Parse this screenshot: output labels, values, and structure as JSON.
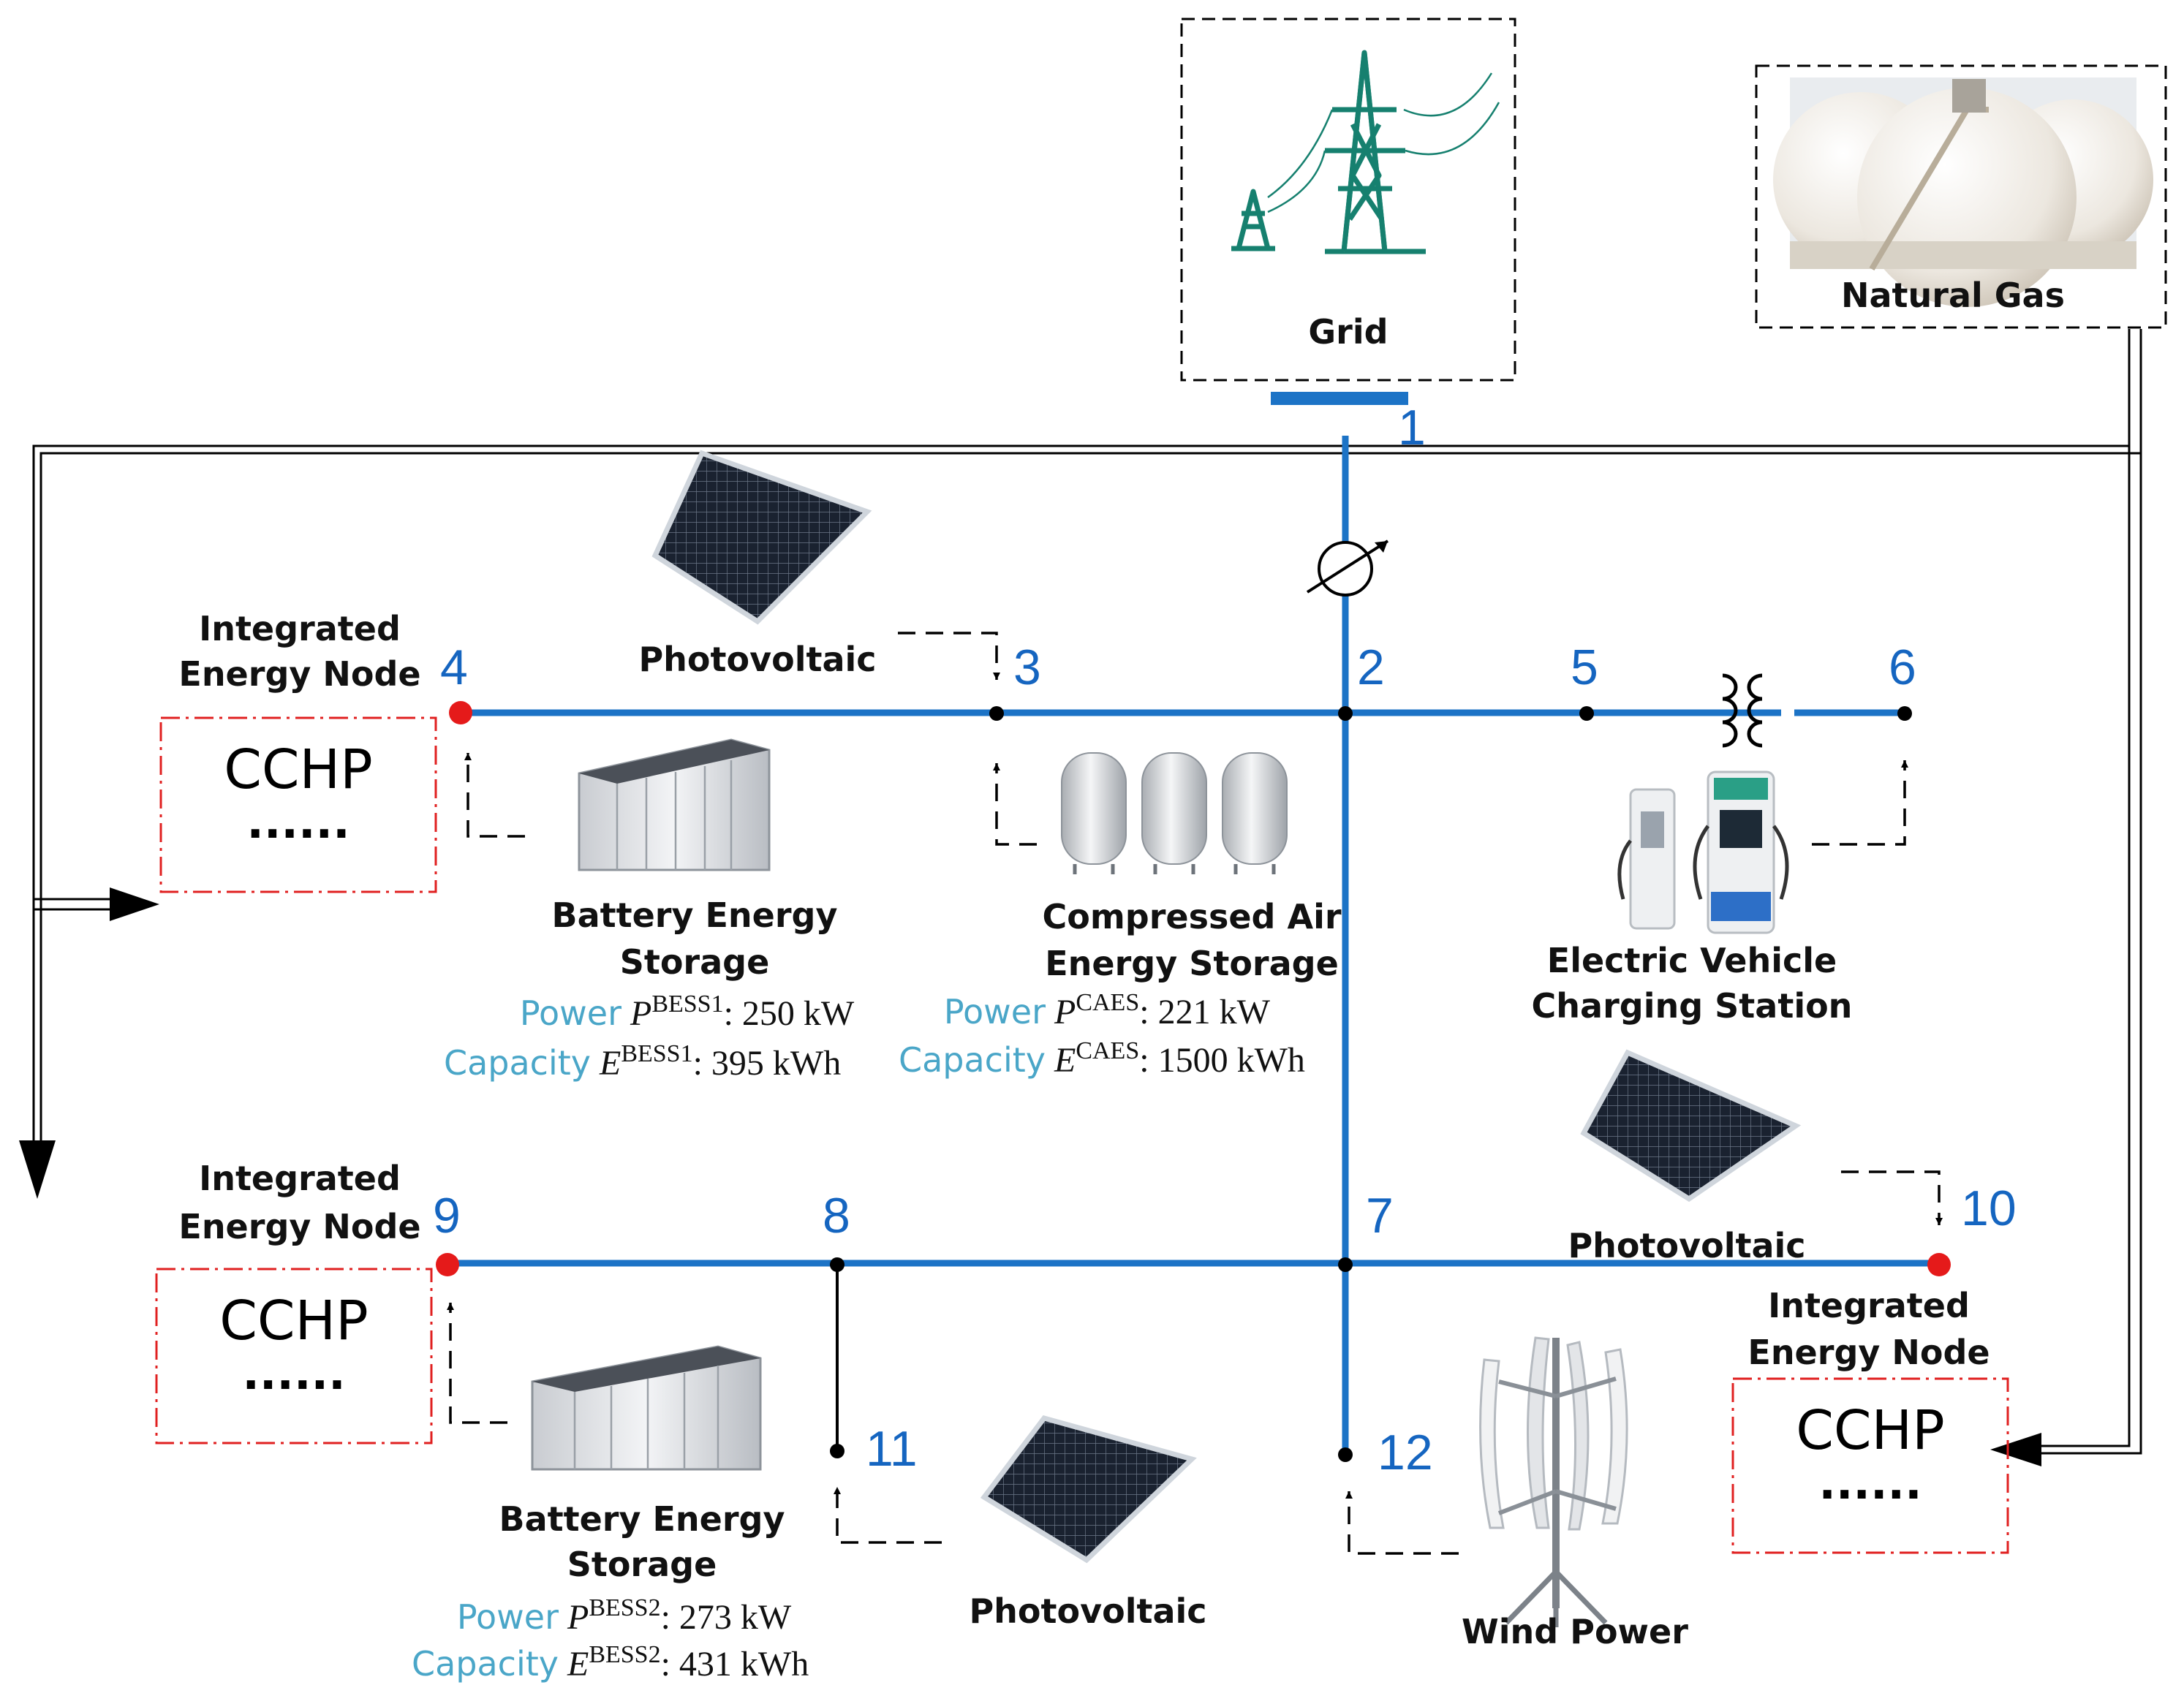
{
  "labels": {
    "grid": "Grid",
    "natural_gas": "Natural Gas",
    "pv_top": "Photovoltaic",
    "pv_right": "Photovoltaic",
    "pv_bottom": "Photovoltaic",
    "ien_top_l1": "Integrated",
    "ien_top_l2": "Energy Node",
    "ien_mid_l1": "Integrated",
    "ien_mid_l2": "Energy Node",
    "ien_right_l1": "Integrated",
    "ien_right_l2": "Energy Node",
    "bess1_l1": "Battery Energy",
    "bess1_l2": "Storage",
    "bess2_l1": "Battery Energy",
    "bess2_l2": "Storage",
    "caes_l1": "Compressed Air",
    "caes_l2": "Energy Storage",
    "ev_l1": "Electric Vehicle",
    "ev_l2": "Charging Station",
    "wind": "Wind Power"
  },
  "cchp": {
    "title": "CCHP",
    "dots": "......"
  },
  "nodes": [
    "1",
    "2",
    "3",
    "4",
    "5",
    "6",
    "7",
    "8",
    "9",
    "10",
    "11",
    "12"
  ],
  "params": {
    "power_key": "Power",
    "capacity_key": "Capacity",
    "bess1_p_sym": "P",
    "bess1_p_sup": "BESS1",
    "bess1_p_val": ": 250 kW",
    "bess1_e_sym": "E",
    "bess1_e_sup": "BESS1",
    "bess1_e_val": ": 395 kWh",
    "caes_p_sym": "P",
    "caes_p_sup": "CAES",
    "caes_p_val": ": 221 kW",
    "caes_e_sym": "E",
    "caes_e_sup": "CAES",
    "caes_e_val": ": 1500 kWh",
    "bess2_p_sym": "P",
    "bess2_p_sup": "BESS2",
    "bess2_p_val": ": 273 kW",
    "bess2_e_sym": "E",
    "bess2_e_sup": "BESS2",
    "bess2_e_val": ": 431 kWh"
  },
  "colors": {
    "bus_line": "#1c73c6",
    "node_label": "#1565c0",
    "energy_node": "#e51a1a",
    "cchp_border": "#e02020",
    "param_key": "#4aa6c8",
    "tower": "#16806f"
  }
}
